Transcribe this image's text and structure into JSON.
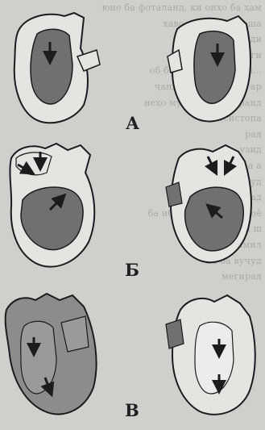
{
  "background_text": [
    "юне ба фоталанд, ки онҳо ба ҳам",
    "ҳаво пуна сохт боша",
    "бон мамонди",
    "-андаги",
    "",
    "",
    "об бо интизорни ниш...",
    "ҷанда Мушакҳо дигар",
    "неҳо мушакнамоз оранд",
    "сп (систопа",
    "рад",
    "",
    "узид",
    "обаста а",
    "хола вуҷуд",
    "махн мешавад",
    "ба ибораи мушакҳои оё",
    "нда ш",
    "а).ташмил",
    "ва ба вуҷуд",
    "мегирад"
  ],
  "labels": {
    "a": "А",
    "b": "Б",
    "v": "В"
  },
  "colors": {
    "paper": "#cfcfcb",
    "ink": "#1c1c1c",
    "dark_chamber": "#6e6e6c",
    "light_chamber": "#e6e6e3"
  }
}
